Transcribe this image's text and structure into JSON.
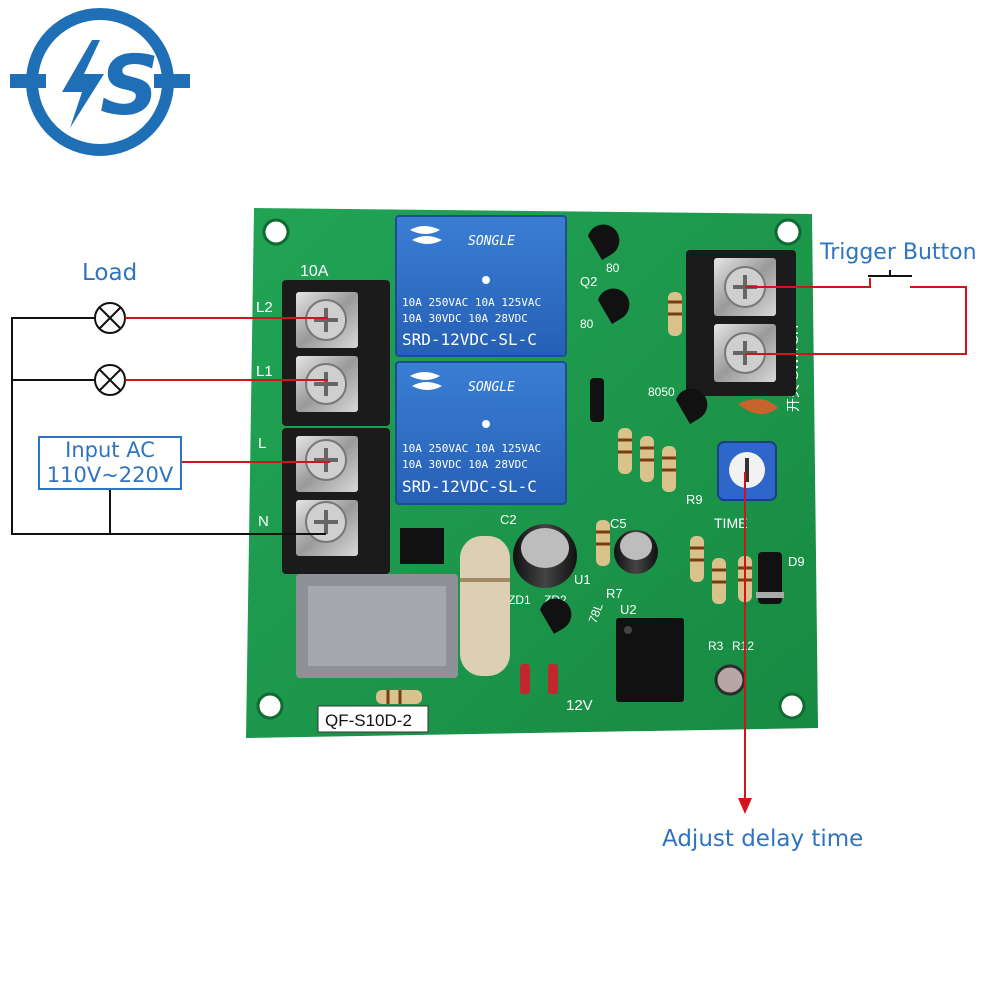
{
  "logo": {
    "name": "brand-logo",
    "colors": {
      "ring": "#1f6fb7",
      "bolt": "#1f6fb7"
    }
  },
  "annotations": {
    "load": "Load",
    "input_ac_line1": "Input AC",
    "input_ac_line2": "110V~220V",
    "trigger_button": "Trigger Button",
    "adjust_delay_time": "Adjust delay time"
  },
  "board": {
    "model": "QF-S10D-2",
    "current_rating": "10A",
    "terminal_labels": [
      "L2",
      "L1",
      "L",
      "N"
    ],
    "switch_label": "开关 SWITCH",
    "time_label": "TIME",
    "voltage_label": "12V",
    "components": [
      "Q2",
      "80",
      "80",
      "8050",
      "R9",
      "C2",
      "C5",
      "R7",
      "U1",
      "ZD1",
      "ZD2",
      "78L",
      "U2",
      "R3",
      "R12",
      "D9"
    ],
    "relays": [
      {
        "brand": "SONGLE",
        "line1": "10A 250VAC  10A 125VAC",
        "line2": "10A  30VDC  10A  28VDC",
        "model": "SRD-12VDC-SL-C"
      },
      {
        "brand": "SONGLE",
        "line1": "10A 250VAC  10A 125VAC",
        "line2": "10A  30VDC  10A  28VDC",
        "model": "SRD-12VDC-SL-C"
      }
    ]
  },
  "colors": {
    "pcb": "#1c9a4c",
    "relay": "#2b6cc4",
    "wire_red": "#d0141c",
    "label_blue": "#2f74c0"
  }
}
